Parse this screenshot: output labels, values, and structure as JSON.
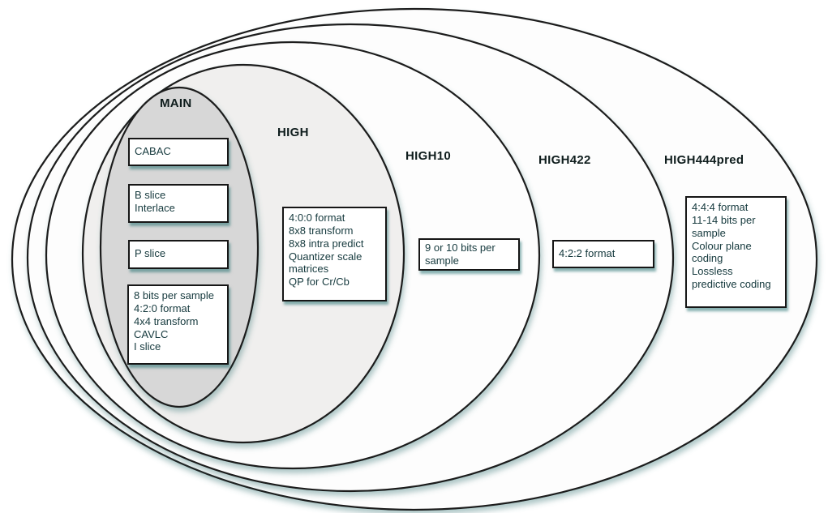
{
  "colors": {
    "ellipse_stroke": "#1b1b1b",
    "main_ellipse_fill": "#d7d7d7",
    "high_ellipse_fill": "#f0efee",
    "outer_ellipse_fill": "#fdfdfd",
    "box_background": "#ffffff",
    "box_border": "#161616",
    "box_shadow_teal": "#2d7373",
    "label_text": "#0f1d1d",
    "feature_text": "#15393d"
  },
  "profiles": [
    {
      "name": "MAIN",
      "features": [
        {
          "text": "CABAC"
        },
        {
          "text": "B slice\nInterlace"
        },
        {
          "text": "P slice"
        },
        {
          "text": "8 bits per sample\n4:2:0 format\n4x4 transform\nCAVLC\nI slice"
        }
      ]
    },
    {
      "name": "HIGH",
      "features": [
        {
          "text": "4:0:0 format\n8x8 transform\n8x8 intra predict\nQuantizer scale matrices\nQP for Cr/Cb"
        }
      ]
    },
    {
      "name": "HIGH10",
      "features": [
        {
          "text": "9 or 10 bits per sample"
        }
      ]
    },
    {
      "name": "HIGH422",
      "features": [
        {
          "text": "4:2:2 format"
        }
      ]
    },
    {
      "name": "HIGH444pred",
      "features": [
        {
          "text": "4:4:4 format\n11-14 bits per sample\nColour plane coding\nLossless predictive coding"
        }
      ]
    }
  ]
}
